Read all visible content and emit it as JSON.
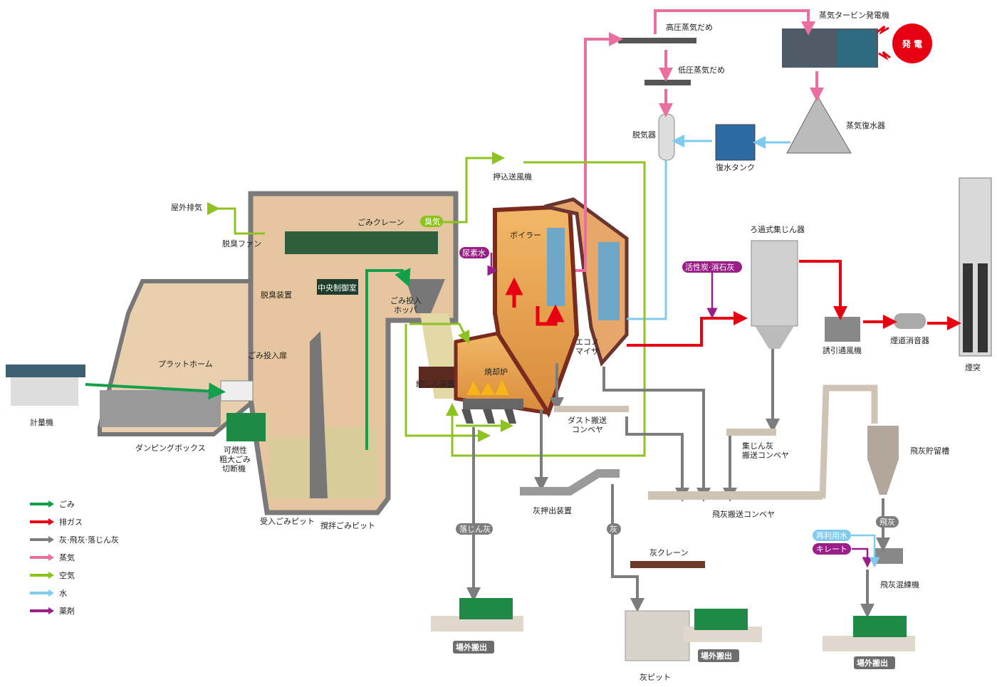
{
  "labels": {
    "turbine": "蒸気タービン発電機",
    "power": "発 電",
    "hp_header": "高圧蒸気だめ",
    "lp_header": "低圧蒸気だめ",
    "deaerator": "脱気器",
    "condensate_tank": "復水タンク",
    "condenser": "蒸気復水器",
    "fdf": "押込送風機",
    "outdoor_exhaust": "屋外排気",
    "deodor_fan": "脱臭ファン",
    "crane": "ごみクレーン",
    "boiler": "ボイラー",
    "bagfilter": "ろ過式集じん器",
    "control_room": "中央制御室",
    "deodorizer": "脱臭装置",
    "hopper_1": "ごみ投入",
    "hopper_2": "ホッパ",
    "door": "ごみ投入扉",
    "eco_1": "エコノ",
    "eco_2": "マイザ",
    "incinerator": "焼却炉",
    "feeder": "給じん装置",
    "idf": "誘引通風機",
    "silencer": "煙道消音器",
    "chimney": "煙突",
    "platform": "プラットホーム",
    "scale": "計量機",
    "dust_conv_1": "ダスト搬送",
    "dust_conv_2": "コンベヤ",
    "collect_conv_1": "集じん灰",
    "collect_conv_2": "搬送コンベヤ",
    "flyash_silo": "飛灰貯留槽",
    "dumping_box": "ダンピングボックス",
    "shredder_1": "可燃性",
    "shredder_2": "粗大ごみ",
    "shredder_3": "切断機",
    "flyash_conv": "飛灰搬送コンベヤ",
    "ash_extractor": "灰押出装置",
    "receive_pit": "受入ごみピット",
    "mix_pit": "撹拌ごみピット",
    "ash_crane": "灰クレーン",
    "mixer": "飛灰混練機",
    "ash_pit": "灰ピット"
  },
  "badges": {
    "odor": "臭気",
    "urea": "尿素水",
    "carbon": "活性炭·消石灰",
    "grate_ash": "落じん灰",
    "ash": "灰",
    "flyash": "飛灰",
    "water": "再利用水",
    "chelate": "キレート",
    "out1": "場外搬出",
    "out2": "場外搬出",
    "out3": "場外搬出"
  },
  "legend": [
    {
      "label": "ごみ",
      "color": "#13a04a"
    },
    {
      "label": "排ガス",
      "color": "#e60012"
    },
    {
      "label": "灰·飛灰·落じん灰",
      "color": "#7d7d7d"
    },
    {
      "label": "蒸気",
      "color": "#ea6fa0"
    },
    {
      "label": "空気",
      "color": "#8dc21f"
    },
    {
      "label": "水",
      "color": "#7fcbee"
    },
    {
      "label": "薬剤",
      "color": "#9a1e87"
    }
  ]
}
